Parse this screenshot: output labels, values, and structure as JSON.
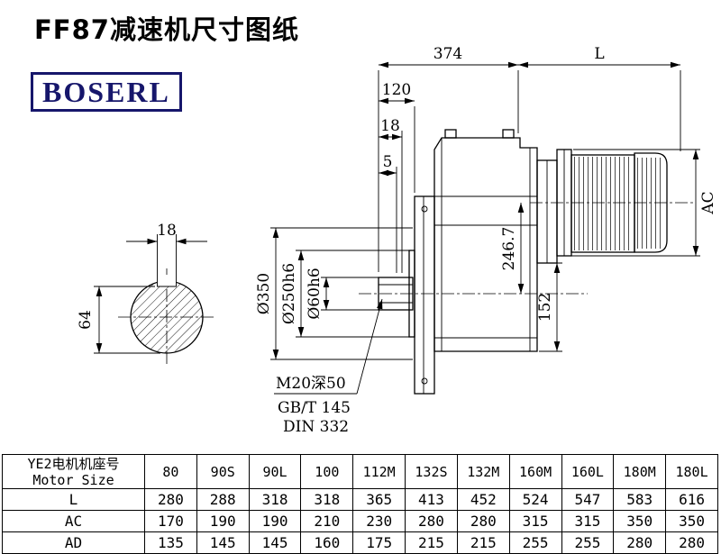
{
  "page": {
    "title": "FF87减速机尺寸图纸",
    "brand": "BOSERL"
  },
  "drawing": {
    "dims": {
      "top_width": "374",
      "motor_length": "L",
      "d120": "120",
      "d18": "18",
      "d5": "5",
      "flange_dia": "Ø350",
      "spigot_dia": "Ø250h6",
      "bore_dia": "Ø60h6",
      "axis_distance": "246.7",
      "d152": "152",
      "motor_dia": "AC",
      "key_width": "18",
      "key_height": "64",
      "tap_note": "M20深50",
      "std_gb": "GB/T 145",
      "std_din": "DIN 332"
    }
  },
  "table": {
    "header_cn": "YE2电机机座号",
    "header_en": "Motor Size",
    "columns": [
      "80",
      "90S",
      "90L",
      "100",
      "112M",
      "132S",
      "132M",
      "160M",
      "160L",
      "180M",
      "180L"
    ],
    "rows": [
      {
        "label": "L",
        "values": [
          "280",
          "288",
          "318",
          "318",
          "365",
          "413",
          "452",
          "524",
          "547",
          "583",
          "616"
        ]
      },
      {
        "label": "AC",
        "values": [
          "170",
          "190",
          "190",
          "210",
          "230",
          "280",
          "280",
          "315",
          "315",
          "350",
          "350"
        ]
      },
      {
        "label": "AD",
        "values": [
          "135",
          "145",
          "145",
          "160",
          "175",
          "215",
          "215",
          "255",
          "255",
          "280",
          "280"
        ]
      }
    ]
  }
}
